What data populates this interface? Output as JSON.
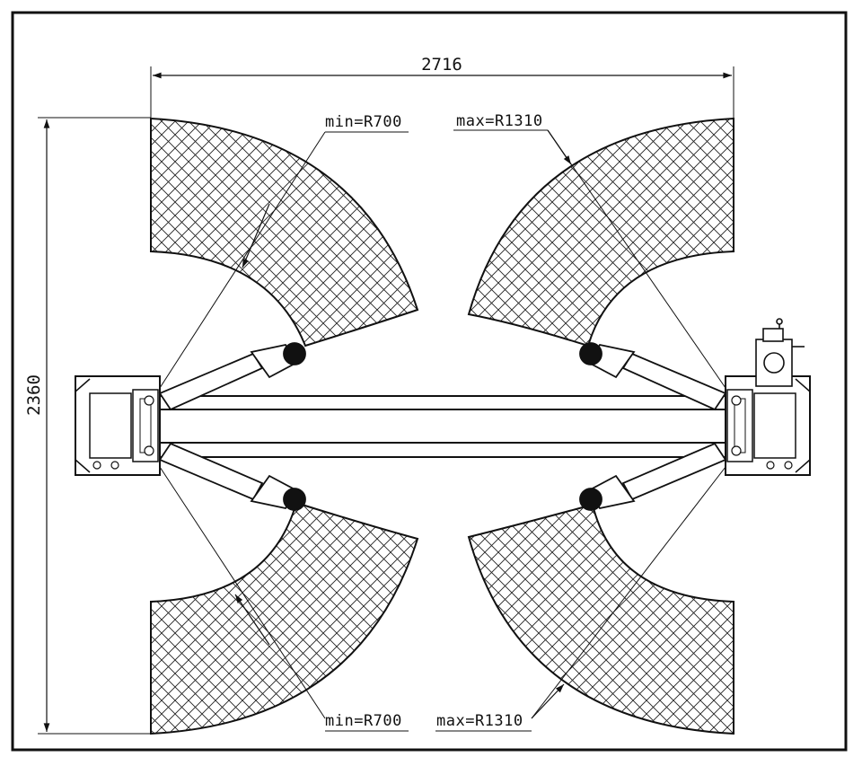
{
  "dimensions": {
    "width_label": "2716",
    "height_label": "2360"
  },
  "annotations": {
    "top_left": "min=R700",
    "top_right": "max=R1310",
    "bottom_left": "min=R700",
    "bottom_right": "max=R1310"
  },
  "colors": {
    "line": "#111111",
    "background": "#ffffff"
  }
}
